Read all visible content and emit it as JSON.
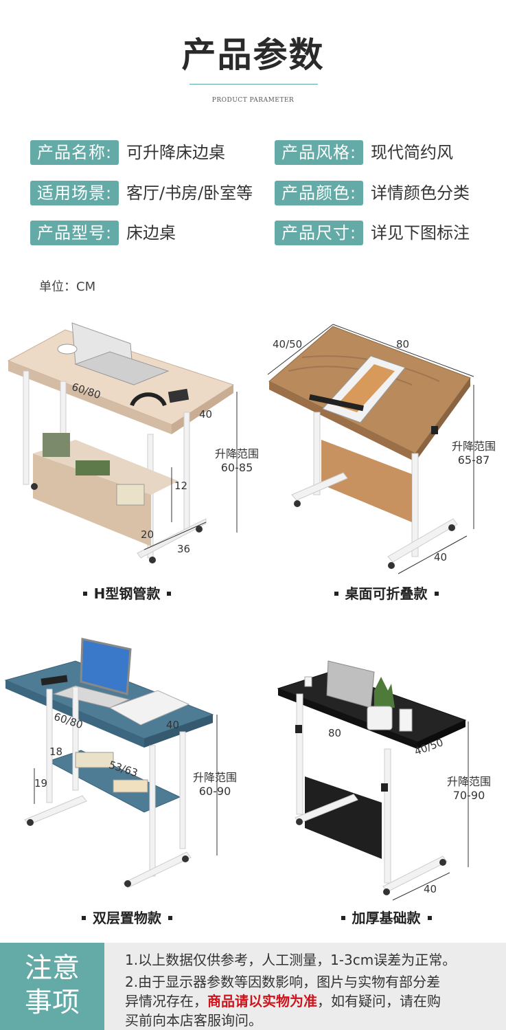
{
  "header": {
    "title": "产品参数",
    "subtitle": "PRODUCT PARAMETER"
  },
  "specs": [
    {
      "label": "产品名称:",
      "value": "可升降床边桌"
    },
    {
      "label": "产品风格:",
      "value": "现代简约风"
    },
    {
      "label": "适用场景:",
      "value": "客厅/书房/卧室等"
    },
    {
      "label": "产品颜色:",
      "value": "详情颜色分类"
    },
    {
      "label": "产品型号:",
      "value": "床边桌"
    },
    {
      "label": "产品尺寸:",
      "value": "详见下图标注"
    }
  ],
  "unit": "单位：CM",
  "products": [
    {
      "caption": "H型钢管款",
      "dims": [
        "60/80",
        "40",
        "12",
        "20",
        "36"
      ],
      "range_label": "升降范围",
      "range": "60-85"
    },
    {
      "caption": "桌面可折叠款",
      "dims": [
        "40/50",
        "80",
        "40"
      ],
      "range_label": "升降范围",
      "range": "65-87"
    },
    {
      "caption": "双层置物款",
      "dims": [
        "60/80",
        "40",
        "18",
        "53/63",
        "19"
      ],
      "range_label": "升降范围",
      "range": "60-90"
    },
    {
      "caption": "加厚基础款",
      "dims": [
        "80",
        "40/50",
        "40"
      ],
      "range_label": "升降范围",
      "range": "70-90"
    }
  ],
  "notes": {
    "heading_line1": "注意",
    "heading_line2": "事项",
    "line1": "1.以上数据仅供参考，人工测量，1-3cm误差为正常。",
    "line2": "2.由于显示器参数等因数影响，图片与实物有部分差",
    "line3_pre": "异情况存在，",
    "line3_red": "商品请以实物为准",
    "line3_post": "，如有疑问，请在购",
    "line4": "买前向本店客服询问。"
  },
  "colors": {
    "accent": "#64aaa6",
    "highlight": "#d0121b"
  }
}
